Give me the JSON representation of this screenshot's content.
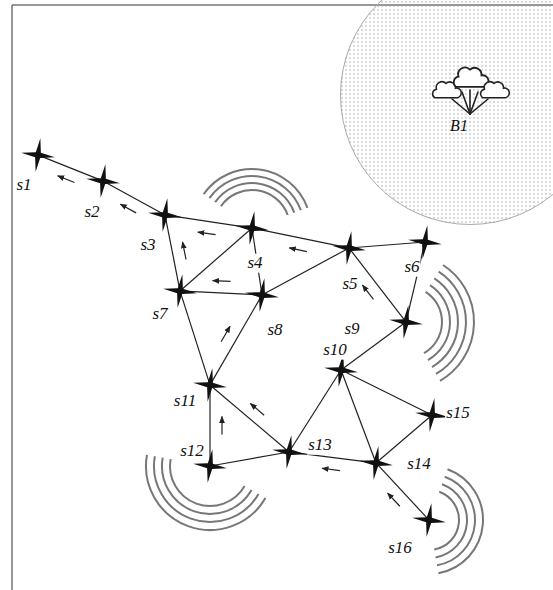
{
  "diagram": {
    "nodes": [
      {
        "text": [
          "s1"
        ]
      },
      {
        "text": [
          "s2"
        ]
      },
      {
        "text": [
          "s3"
        ]
      },
      {
        "text": [
          "s4"
        ]
      },
      {
        "text": [
          "s5"
        ]
      },
      {
        "text": [
          "s6"
        ]
      },
      {
        "text": [
          "s7"
        ]
      },
      {
        "text": [
          "s8"
        ]
      },
      {
        "text": [
          "s9"
        ]
      },
      {
        "text": [
          "s10"
        ]
      },
      {
        "text": [
          "s11"
        ]
      },
      {
        "text": [
          "s12"
        ]
      },
      {
        "text": [
          "s13"
        ]
      },
      {
        "text": [
          "s14"
        ]
      },
      {
        "text": [
          "s15"
        ]
      },
      {
        "text": [
          "s16"
        ]
      },
      {
        "text": [
          "B1"
        ]
      }
    ],
    "edges": [
      {
        "from": 1,
        "to": 0,
        "arrow": "to"
      },
      {
        "from": 2,
        "to": 1,
        "arrow": "to"
      },
      {
        "from": 3,
        "to": 2,
        "arrow": "to"
      },
      {
        "from": 6,
        "to": 2,
        "arrow": "to"
      },
      {
        "from": 3,
        "to": 6,
        "arrow": "none"
      },
      {
        "from": 3,
        "to": 7,
        "arrow": "none"
      },
      {
        "from": 4,
        "to": 3,
        "arrow": "to"
      },
      {
        "from": 4,
        "to": 5,
        "arrow": "none"
      },
      {
        "from": 4,
        "to": 7,
        "arrow": "none"
      },
      {
        "from": 8,
        "to": 4,
        "arrow": "to"
      },
      {
        "from": 5,
        "to": 8,
        "arrow": "none"
      },
      {
        "from": 7,
        "to": 6,
        "arrow": "to"
      },
      {
        "from": 6,
        "to": 10,
        "arrow": "none"
      },
      {
        "from": 10,
        "to": 7,
        "arrow": "to"
      },
      {
        "from": 8,
        "to": 9,
        "arrow": "none"
      },
      {
        "from": 9,
        "to": 12,
        "arrow": "none"
      },
      {
        "from": 9,
        "to": 13,
        "arrow": "none"
      },
      {
        "from": 9,
        "to": 14,
        "arrow": "none"
      },
      {
        "from": 11,
        "to": 10,
        "arrow": "to"
      },
      {
        "from": 12,
        "to": 10,
        "arrow": "to"
      },
      {
        "from": 11,
        "to": 12,
        "arrow": "none"
      },
      {
        "from": 13,
        "to": 12,
        "arrow": "to"
      },
      {
        "from": 13,
        "to": 14,
        "arrow": "none"
      },
      {
        "from": 15,
        "to": 13,
        "arrow": "to"
      }
    ]
  }
}
